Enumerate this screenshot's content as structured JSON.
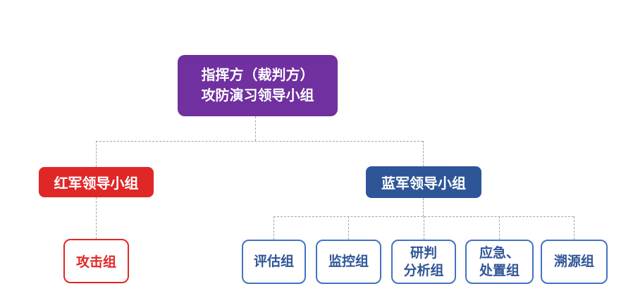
{
  "diagram": {
    "root_node": {
      "line1": "指挥方（裁判方）",
      "line2": "攻防演习领导小组"
    },
    "red_leader": {
      "label": "红军领导小组"
    },
    "blue_leader": {
      "label": "蓝军领导小组"
    },
    "attack_group": {
      "label": "攻击组"
    },
    "blue_groups": [
      {
        "lines": [
          "评估组"
        ]
      },
      {
        "lines": [
          "监控组"
        ]
      },
      {
        "lines": [
          "研判",
          "分析组"
        ]
      },
      {
        "lines": [
          "应急、",
          "处置组"
        ]
      },
      {
        "lines": [
          "溯源组"
        ]
      }
    ]
  },
  "colors": {
    "purple": "#7030A0",
    "red": "#E02727",
    "dark-blue": "#2E5597",
    "child-border-blue": "#4472C4",
    "child-text-blue": "#2F5597",
    "connector-gray": "#A3A3A3"
  }
}
